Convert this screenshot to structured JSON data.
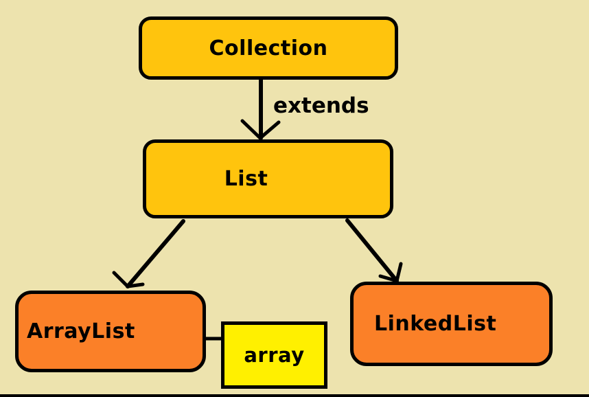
{
  "diagram": {
    "nodes": [
      {
        "id": "collection",
        "label": "Collection",
        "fill": "#FFC40D"
      },
      {
        "id": "list",
        "label": "List",
        "fill": "#FFC40D"
      },
      {
        "id": "arraylist",
        "label": "ArrayList",
        "fill": "#FB8028"
      },
      {
        "id": "linkedlist",
        "label": "LinkedList",
        "fill": "#FB8028"
      },
      {
        "id": "array",
        "label": "array",
        "fill": "#FFF000"
      }
    ],
    "edges": [
      {
        "from": "Collection",
        "to": "List",
        "label": "extends",
        "style": "arrow"
      },
      {
        "from": "List",
        "to": "ArrayList",
        "style": "arrow"
      },
      {
        "from": "List",
        "to": "LinkedList",
        "style": "arrow"
      },
      {
        "from": "ArrayList",
        "to": "array",
        "style": "plain-line"
      }
    ],
    "colors": {
      "background": "#EDE3AE",
      "golden_node_fill": "#FFC40D",
      "orange_node_fill": "#FB8028",
      "yellow_node_fill": "#FFF000",
      "stroke": "#000000",
      "text": "#000000"
    }
  }
}
